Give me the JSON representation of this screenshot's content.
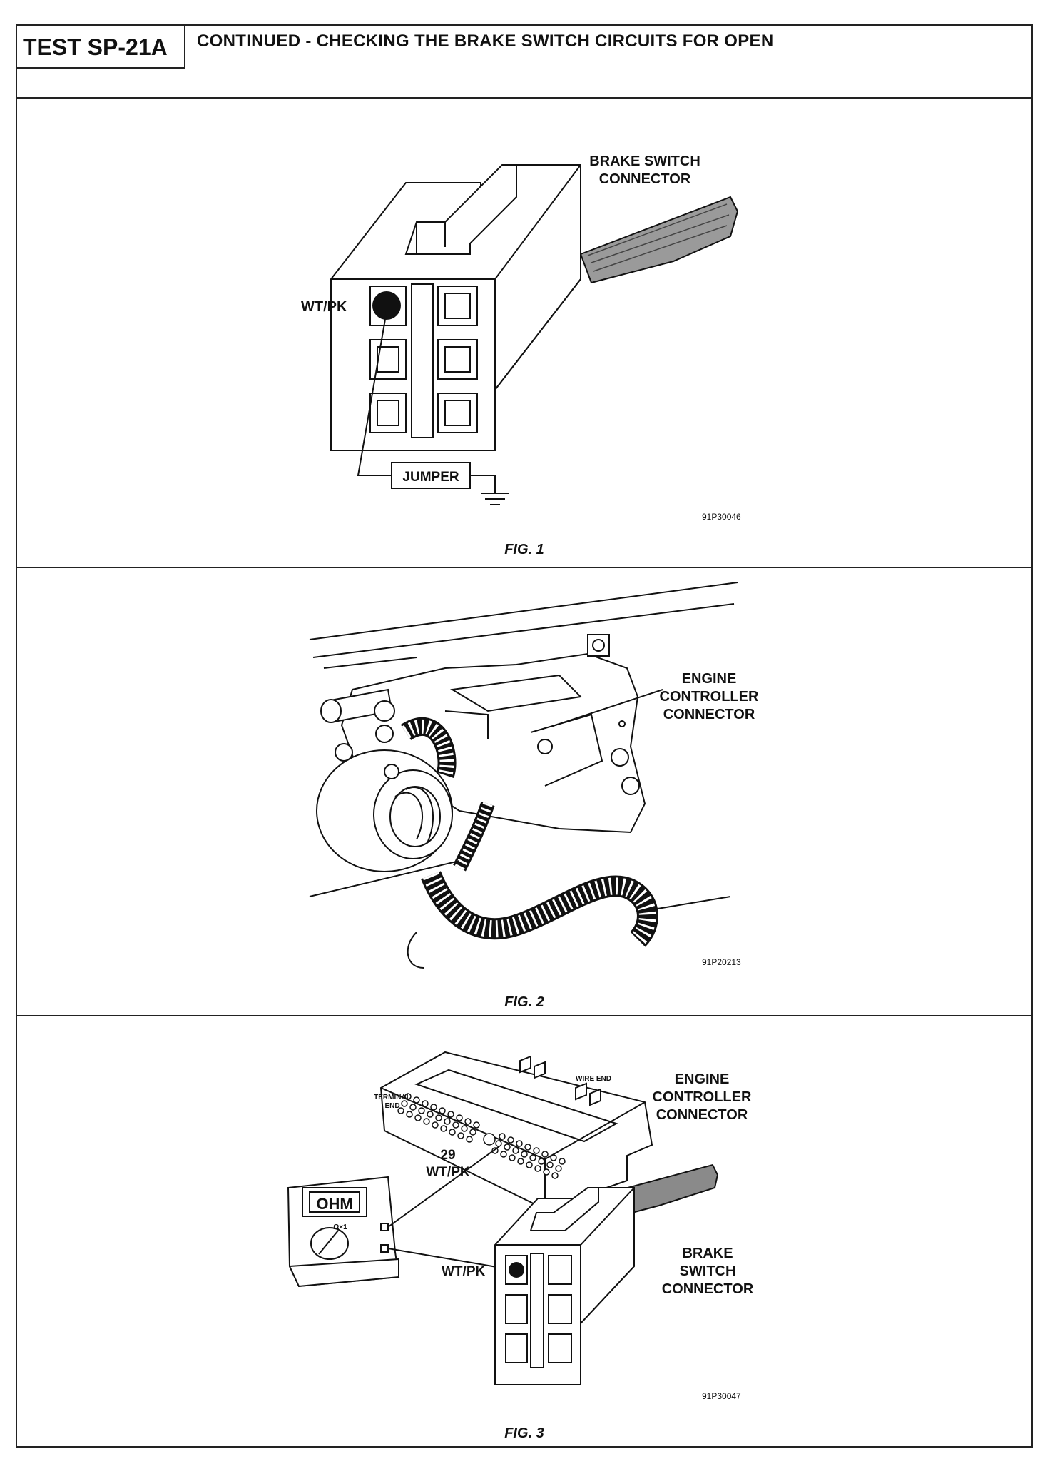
{
  "header": {
    "test_id": "TEST SP-21A",
    "title": "CONTINUED - CHECKING THE BRAKE SWITCH CIRCUITS FOR OPEN"
  },
  "fig1": {
    "connector_label_1": "BRAKE SWITCH",
    "connector_label_2": "CONNECTOR",
    "wire_label": "WT/PK",
    "jumper_label": "JUMPER",
    "code": "91P30046",
    "caption": "FIG. 1"
  },
  "fig2": {
    "label_1": "ENGINE",
    "label_2": "CONTROLLER",
    "label_3": "CONNECTOR",
    "code": "91P20213",
    "caption": "FIG. 2"
  },
  "fig3": {
    "terminal_end_1": "TERMINAL",
    "terminal_end_2": "END",
    "wire_end": "WIRE END",
    "ecc_label_1": "ENGINE",
    "ecc_label_2": "CONTROLLER",
    "ecc_label_3": "CONNECTOR",
    "pin_number": "29",
    "pin_wire": "WT/PK",
    "meter_display": "OHM",
    "meter_range": "Ω×1",
    "bs_wire": "WT/PK",
    "bs_label_1": "BRAKE",
    "bs_label_2": "SWITCH",
    "bs_label_3": "CONNECTOR",
    "code": "91P30047",
    "caption": "FIG. 3"
  }
}
